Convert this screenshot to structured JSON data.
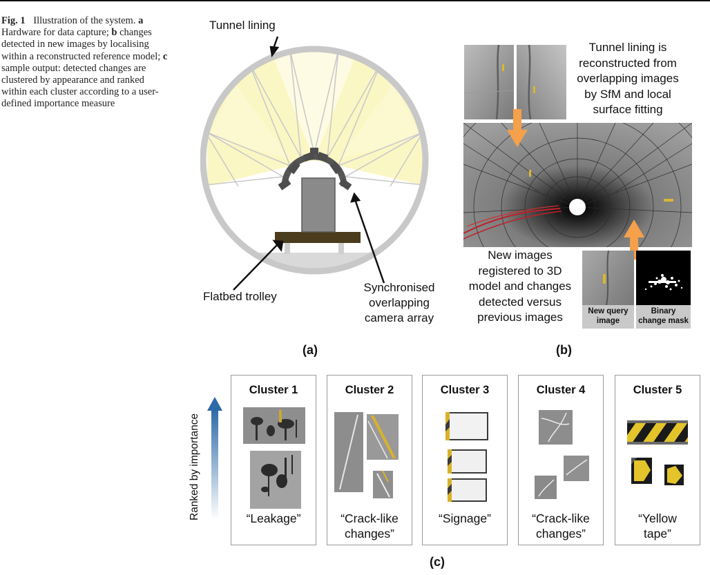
{
  "caption": {
    "fig_label": "Fig. 1",
    "text_1": "Illustration of the system.",
    "a_marker": "a",
    "text_2": "Hardware for data capture;",
    "b_marker": "b",
    "text_3": "changes detected in new images by localising within a reconstructed reference model;",
    "c_marker": "c",
    "text_4": "sample output: detected changes are clustered by appearance and ranked within each cluster according to a user-defined importance measure"
  },
  "panel_a": {
    "letter": "(a)",
    "tunnel_lining": "Tunnel lining",
    "flatbed_trolley": "Flatbed trolley",
    "camera_array_1": "Synchronised",
    "camera_array_2": "overlapping",
    "camera_array_3": "camera array"
  },
  "panel_b": {
    "letter": "(b)",
    "top_text": [
      "Tunnel lining is",
      "reconstructed from",
      "overlapping images",
      "by SfM and local",
      "surface fitting"
    ],
    "bottom_text": [
      "New images",
      "registered to 3D",
      "model and changes",
      "detected versus",
      "previous images"
    ],
    "query_label": [
      "New query",
      "image"
    ],
    "mask_label": [
      "Binary",
      "change mask"
    ]
  },
  "panel_c": {
    "letter": "(c)",
    "rank_axis": "Ranked by importance",
    "clusters": [
      {
        "title": "Cluster 1",
        "label_1": "“Leakage”",
        "label_2": ""
      },
      {
        "title": "Cluster 2",
        "label_1": "“Crack-like",
        "label_2": "changes”"
      },
      {
        "title": "Cluster 3",
        "label_1": "“Signage”",
        "label_2": ""
      },
      {
        "title": "Cluster 4",
        "label_1": "“Crack-like",
        "label_2": "changes”"
      },
      {
        "title": "Cluster 5",
        "label_1": "“Yellow",
        "label_2": "tape”"
      }
    ]
  },
  "colors": {
    "lining": "#c8c8c8",
    "light_cone": "#fbf7c4",
    "trolley": "#4a3c1c",
    "camera": "#4d4d4d",
    "arrow_orange": "#f5a04b",
    "rank_arrow": "#2d6aa8"
  }
}
